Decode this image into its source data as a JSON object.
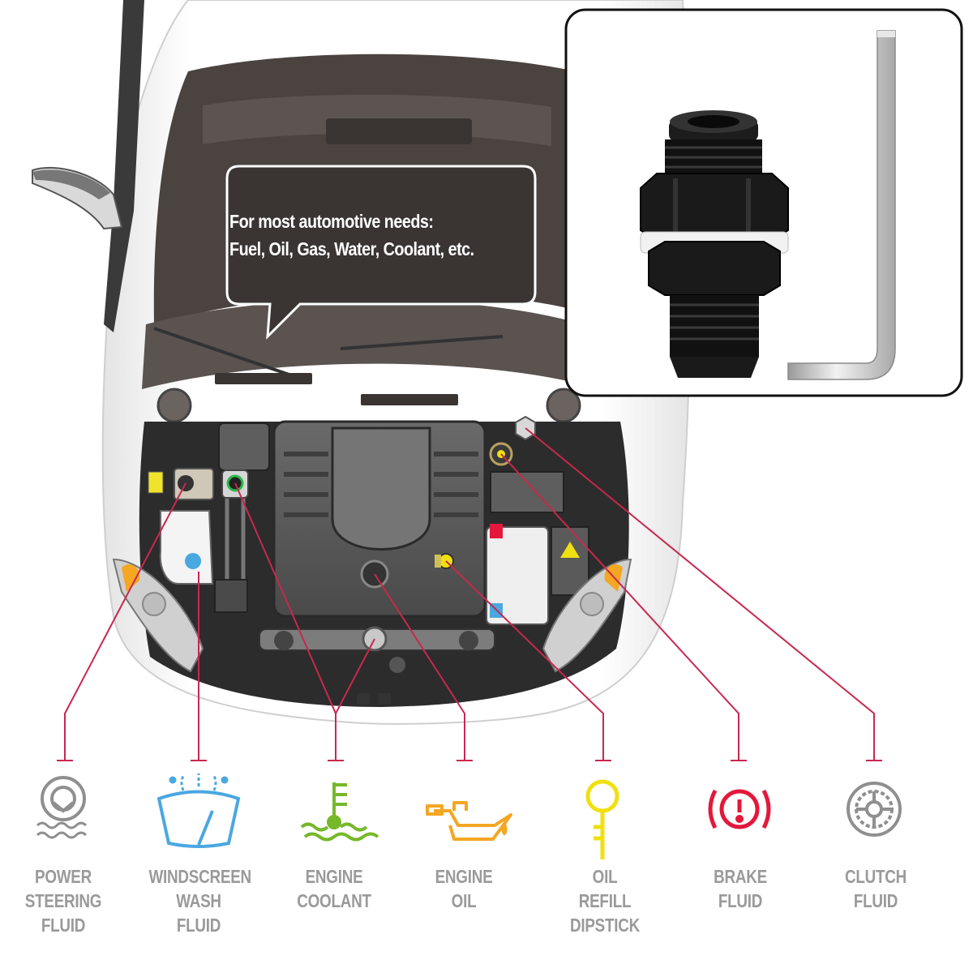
{
  "callout": {
    "line1": "For most automotive needs:",
    "line2": "Fuel, Oil, Gas, Water, Coolant, etc."
  },
  "fluids": [
    {
      "label": "POWER\nSTEERING\nFLUID",
      "icon": "steering-wheel-icon",
      "color": "#8f8f8f"
    },
    {
      "label": "WINDSCREEN\nWASH\nFLUID",
      "icon": "windscreen-washer-icon",
      "color": "#4aa8e0"
    },
    {
      "label": "ENGINE\nCOOLANT",
      "icon": "coolant-thermometer-icon",
      "color": "#76b82a"
    },
    {
      "label": "ENGINE\nOIL",
      "icon": "oil-can-icon",
      "color": "#f5a623"
    },
    {
      "label": "OIL\nREFILL\nDIPSTICK",
      "icon": "dipstick-icon",
      "color": "#f0e010"
    },
    {
      "label": "BRAKE\nFLUID",
      "icon": "brake-warning-icon",
      "color": "#e3183c"
    },
    {
      "label": "CLUTCH\nFLUID",
      "icon": "clutch-disc-icon",
      "color": "#8f8f8f"
    }
  ],
  "colors": {
    "leader_line": "#c8284f",
    "label_text": "#9a9a9a",
    "bubble_fill": "#3a3533"
  }
}
